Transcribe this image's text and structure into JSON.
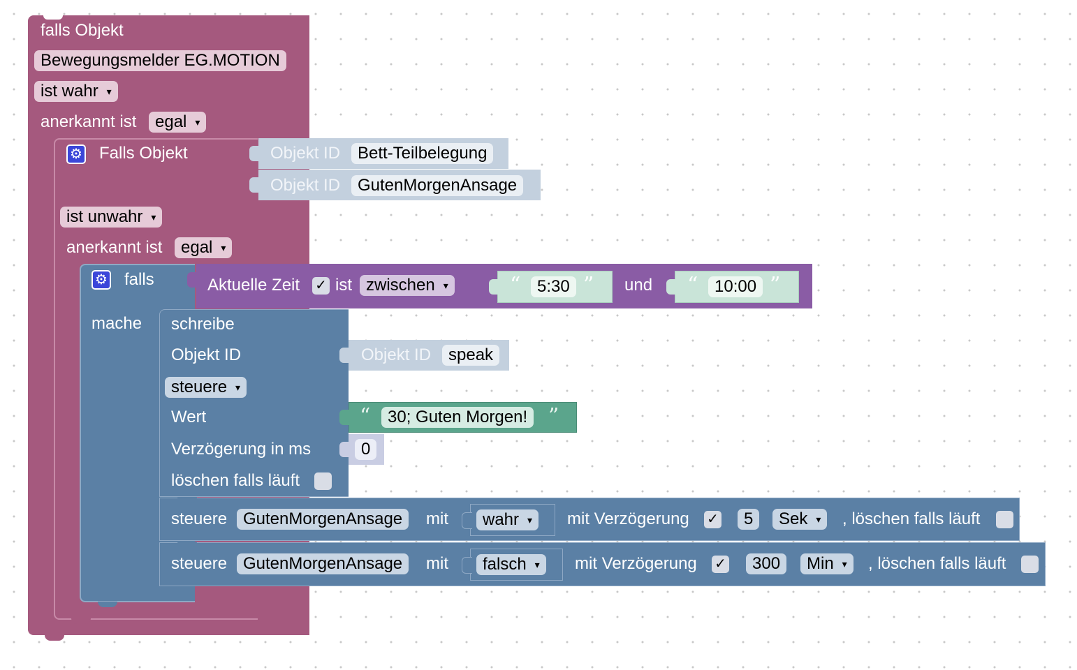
{
  "outer": {
    "header": "falls Objekt",
    "object": "Bewegungsmelder EG.MOTION",
    "condition": "ist wahr",
    "ack_label": "anerkannt ist",
    "ack_value": "egal"
  },
  "inner": {
    "header": "Falls Objekt",
    "objects": [
      {
        "label": "Objekt ID",
        "value": "Bett-Teilbelegung"
      },
      {
        "label": "Objekt ID",
        "value": "GutenMorgenAnsage"
      }
    ],
    "condition": "ist unwahr",
    "ack_label": "anerkannt ist",
    "ack_value": "egal"
  },
  "if_block": {
    "header": "falls",
    "do_label": "mache",
    "time": {
      "label": "Aktuelle Zeit",
      "check": "✓",
      "is_label": "ist",
      "op": "zwischen",
      "from": "5:30",
      "and_label": "und",
      "to": "10:00"
    }
  },
  "write_block": {
    "title": "schreibe",
    "oid_label": "Objekt ID",
    "oid_inner_label": "Objekt ID",
    "oid_value": "speak",
    "mode": "steuere",
    "value_label": "Wert",
    "value": "30; Guten Morgen!",
    "delay_label": "Verzögerung in ms",
    "delay": "0",
    "clear_label": "löschen falls läuft"
  },
  "control_rows": [
    {
      "label": "steuere",
      "object": "GutenMorgenAnsage",
      "with": "mit",
      "value": "wahr",
      "delay_label": "mit Verzögerung",
      "check": "✓",
      "amount": "5",
      "unit": "Sek",
      "clear_label": ", löschen falls läuft"
    },
    {
      "label": "steuere",
      "object": "GutenMorgenAnsage",
      "with": "mit",
      "value": "falsch",
      "delay_label": "mit Verzögerung",
      "check": "✓",
      "amount": "300",
      "unit": "Min",
      "clear_label": ", löschen falls läuft"
    }
  ],
  "colors": {
    "trigger": "#a5597e",
    "logic": "#5b80a5",
    "time": "#8a5ca5",
    "text": "#5ba58c",
    "object_id": "#c3d0de",
    "number": "#c9cde3"
  },
  "icons": [
    "gear-icon",
    "quote-open-icon",
    "quote-close-icon",
    "dropdown-arrow-icon",
    "checkbox-icon"
  ]
}
